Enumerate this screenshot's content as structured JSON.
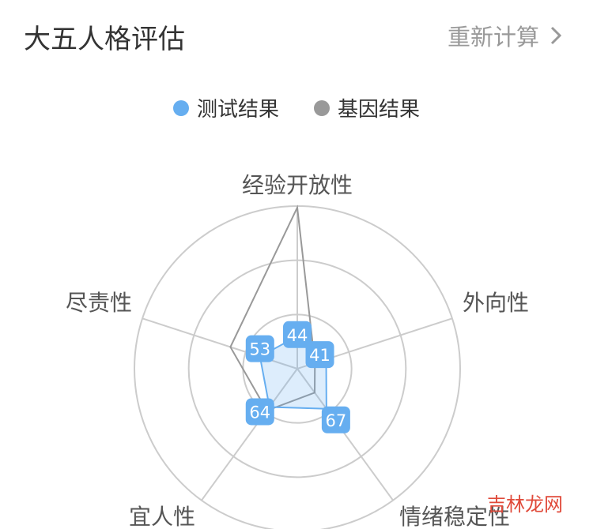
{
  "header": {
    "title": "大五人格评估",
    "recalc_label": "重新计算"
  },
  "watermark": "吉林龙网",
  "colors": {
    "test": "#66aef0",
    "gene": "#999999",
    "grid": "#cccccc"
  },
  "chart_data": {
    "type": "radar",
    "title": "大五人格评估",
    "axes": [
      "经验开放性",
      "外向性",
      "情绪稳定性",
      "宜人性",
      "尽责性"
    ],
    "max": 220,
    "rings": 3,
    "legend_position": "top",
    "series": [
      {
        "name": "测试结果",
        "values": [
          44,
          41,
          67,
          64,
          53
        ],
        "show_labels": true
      },
      {
        "name": "基因结果",
        "values": [
          218,
          25,
          40,
          70,
          95
        ],
        "show_labels": false
      }
    ]
  }
}
